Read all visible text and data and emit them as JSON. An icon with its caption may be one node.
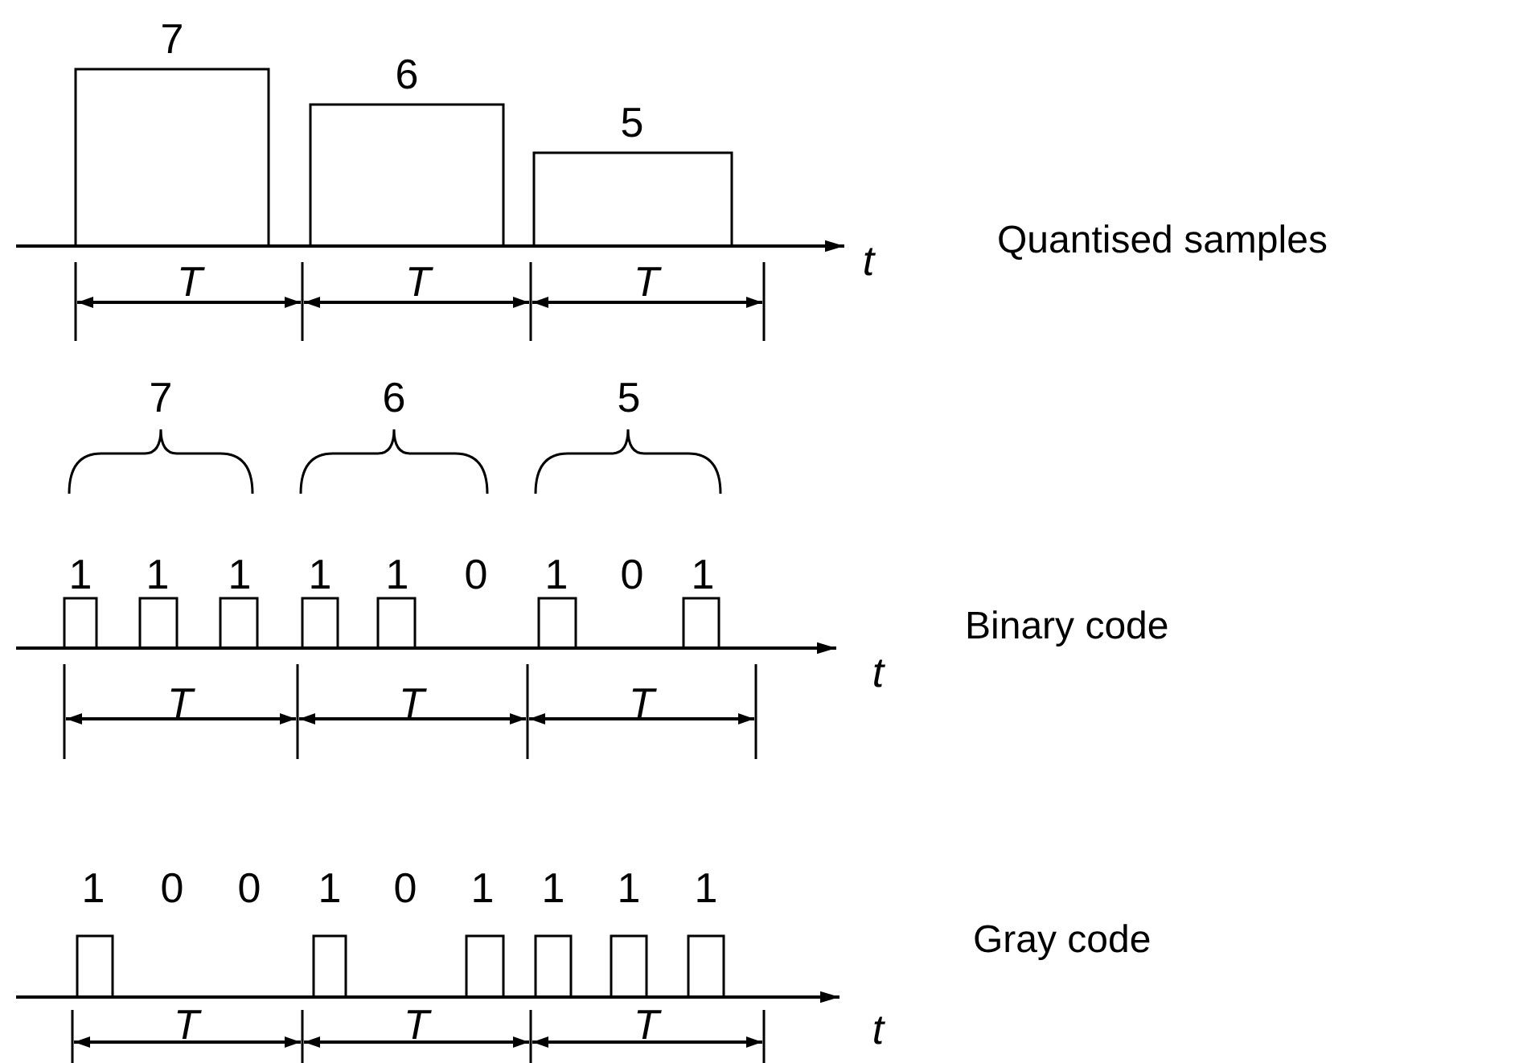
{
  "diagram": {
    "labels": [
      "7",
      "6",
      "5",
      "t",
      "Quantised samples",
      "T",
      "T",
      "T",
      "7",
      "6",
      "5",
      "1",
      "1",
      "1",
      "1",
      "1",
      "0",
      "1",
      "0",
      "1",
      "Binary code",
      "t",
      "T",
      "T",
      "T",
      "1",
      "0",
      "0",
      "1",
      "0",
      "1",
      "1",
      "1",
      "1",
      "Gray code",
      "T",
      "T",
      "T",
      "t"
    ]
  }
}
